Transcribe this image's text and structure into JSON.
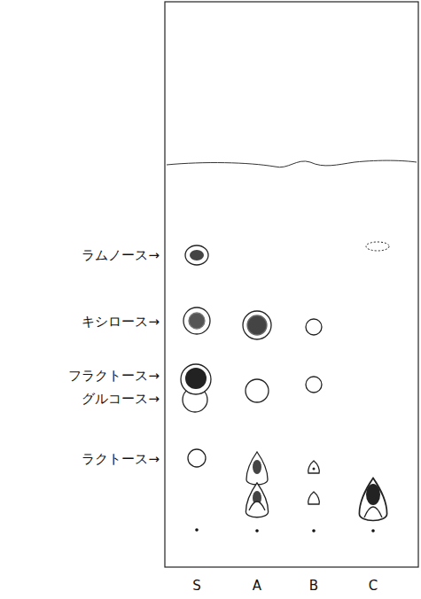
{
  "diagram": {
    "labels": [
      "ラムノース→",
      "キシロース→",
      "フラクトース→",
      "グルコース→",
      "ラクトース→",
      "S",
      "A",
      "B",
      "C"
    ]
  }
}
